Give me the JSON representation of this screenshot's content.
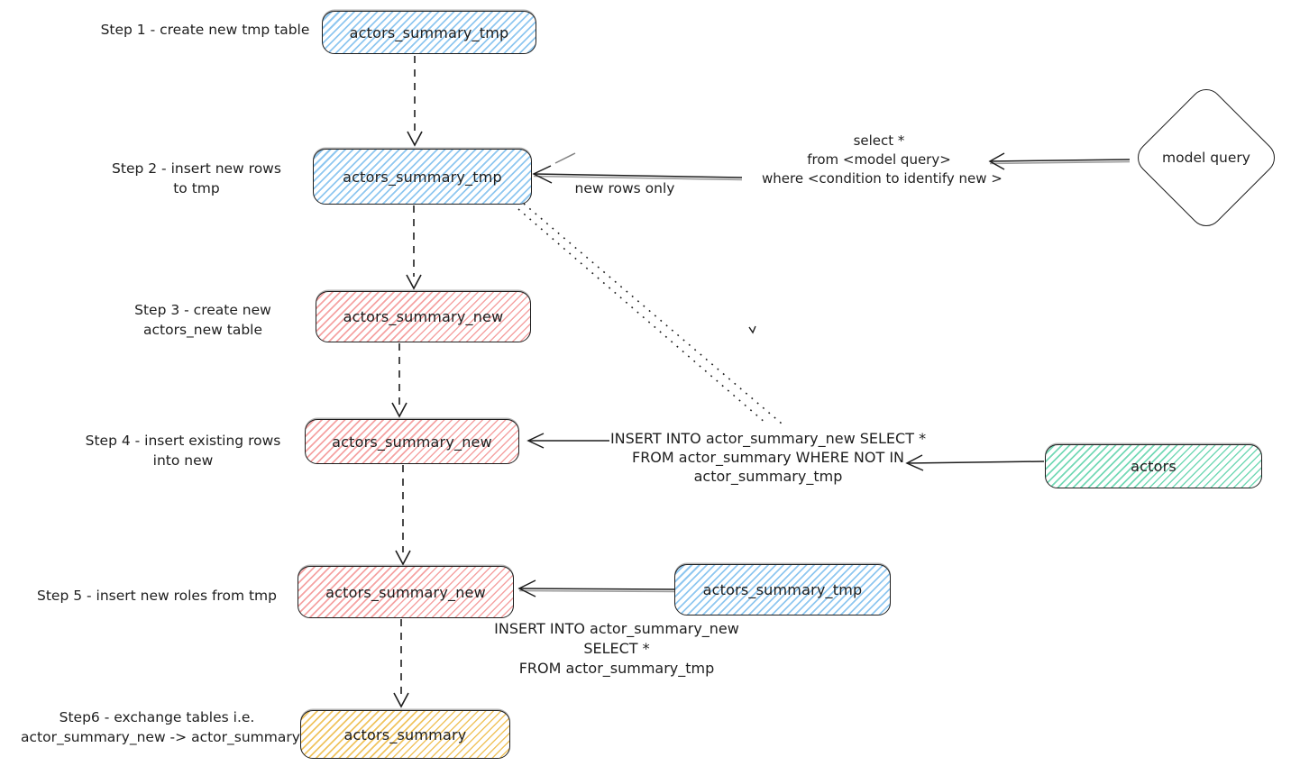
{
  "nodes": {
    "step1_box": "actors_summary_tmp",
    "step2_box": "actors_summary_tmp",
    "step3_box": "actors_summary_new",
    "step4_box": "actors_summary_new",
    "step5_box": "actors_summary_new",
    "step6_box": "actors_summary",
    "actors_source_box": "actors",
    "tmp_source_box": "actors_summary_tmp",
    "model_query_diamond": "model query"
  },
  "step_labels": {
    "step1": "Step 1 - create new tmp table",
    "step2_line1": "Step 2 - insert new rows",
    "step2_line2": "to tmp",
    "step3_line1": "Step 3 - create new",
    "step3_line2": "actors_new table",
    "step4_line1": "Step 4 - insert existing rows",
    "step4_line2": "into new",
    "step5": "Step 5 - insert new roles from tmp",
    "step6_line1": "Step6 - exchange tables i.e.",
    "step6_line2": "actor_summary_new -> actor_summary"
  },
  "annotations": {
    "model_query_sql_line1": "select *",
    "model_query_sql_line2": "from <model query>",
    "model_query_sql_line3": "where <condition to identify new >",
    "new_rows_only": "new rows only",
    "insert_existing_sql_line1": "INSERT INTO actor_summary_new SELECT *",
    "insert_existing_sql_line2": "FROM actor_summary WHERE NOT IN",
    "insert_existing_sql_line3": "actor_summary_tmp",
    "insert_tmp_sql_line1": "INSERT INTO actor_summary_new",
    "insert_tmp_sql_line2": "SELECT *",
    "insert_tmp_sql_line3": "FROM actor_summary_tmp"
  },
  "colors": {
    "stroke": "#1e1e1e",
    "blue_hatch": "#8fc7f0",
    "pink_hatch": "#f5a3a3",
    "teal_hatch": "#74d9b6",
    "yellow_hatch": "#f0c45f"
  }
}
